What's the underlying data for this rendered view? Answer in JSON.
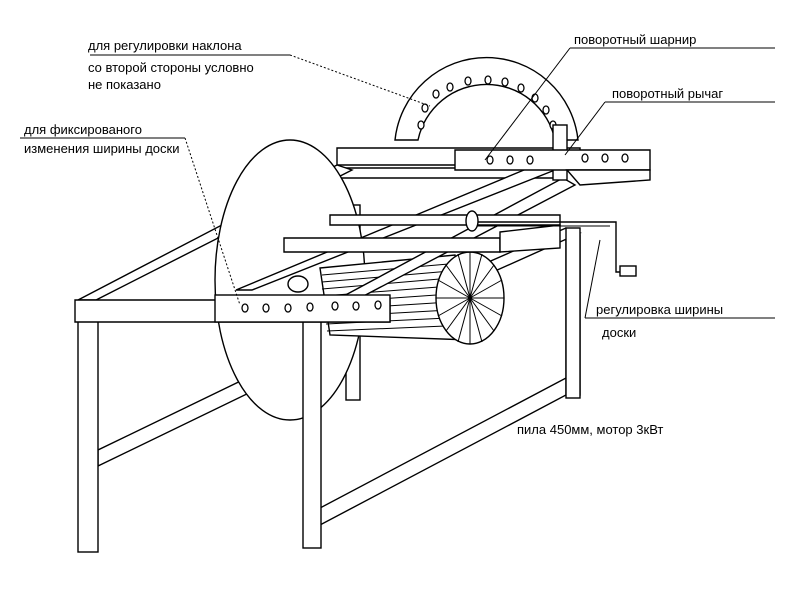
{
  "labels": {
    "tilt_adjust_line1": "для регулировки наклона",
    "tilt_adjust_line2": "со второй стороны условно",
    "tilt_adjust_line3": "не показано",
    "fixed_width_line1": "для фиксированого",
    "fixed_width_line2": "изменения ширины доски",
    "pivot_joint": "поворотный шарнир",
    "pivot_lever": "поворотный рычаг",
    "width_adjust_line1": "регулировка ширины",
    "width_adjust_line2": "доски",
    "specs": "пила 450мм, мотор 3кВт"
  }
}
